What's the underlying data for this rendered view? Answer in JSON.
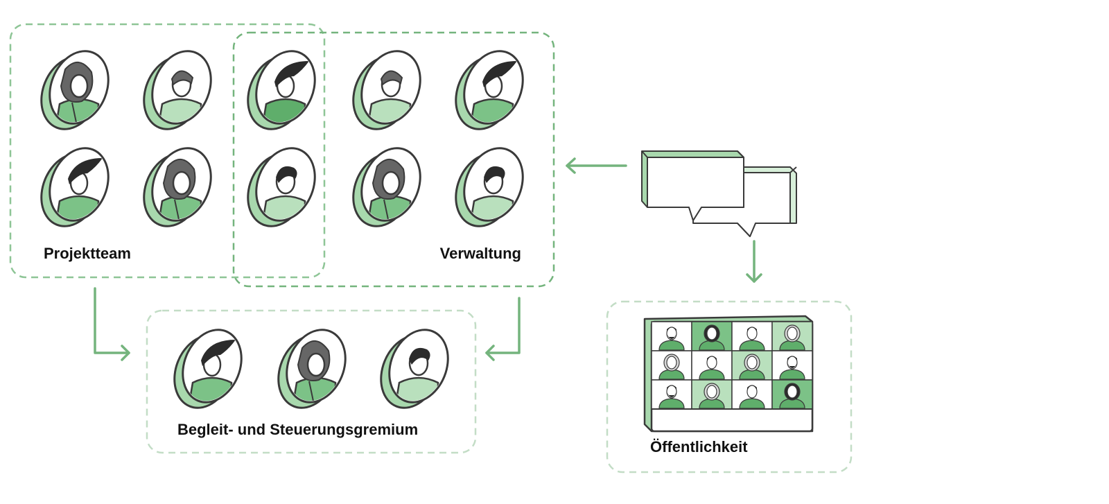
{
  "groups": {
    "projektteam": {
      "label": "Projektteam"
    },
    "verwaltung": {
      "label": "Verwaltung"
    },
    "gremium": {
      "label": "Begleit- und Steuerungsgremium"
    },
    "oeffentlichkeit": {
      "label": "Öffentlichkeit"
    }
  },
  "colors": {
    "accent_dark": "#5fae6b",
    "accent_mid": "#7cc287",
    "accent_light": "#b9e0bd",
    "accent_pale": "#d7efd9",
    "border_dashed": "#8ec596",
    "border_faint": "#c3ddc6",
    "outline": "#3a3a3a",
    "hair": "#2b2b2b",
    "text": "#111111"
  },
  "icons": {
    "avatar": "person-avatar-icon",
    "chat": "speech-bubbles-icon",
    "video_grid": "video-conference-icon",
    "arrow": "arrow-icon"
  }
}
